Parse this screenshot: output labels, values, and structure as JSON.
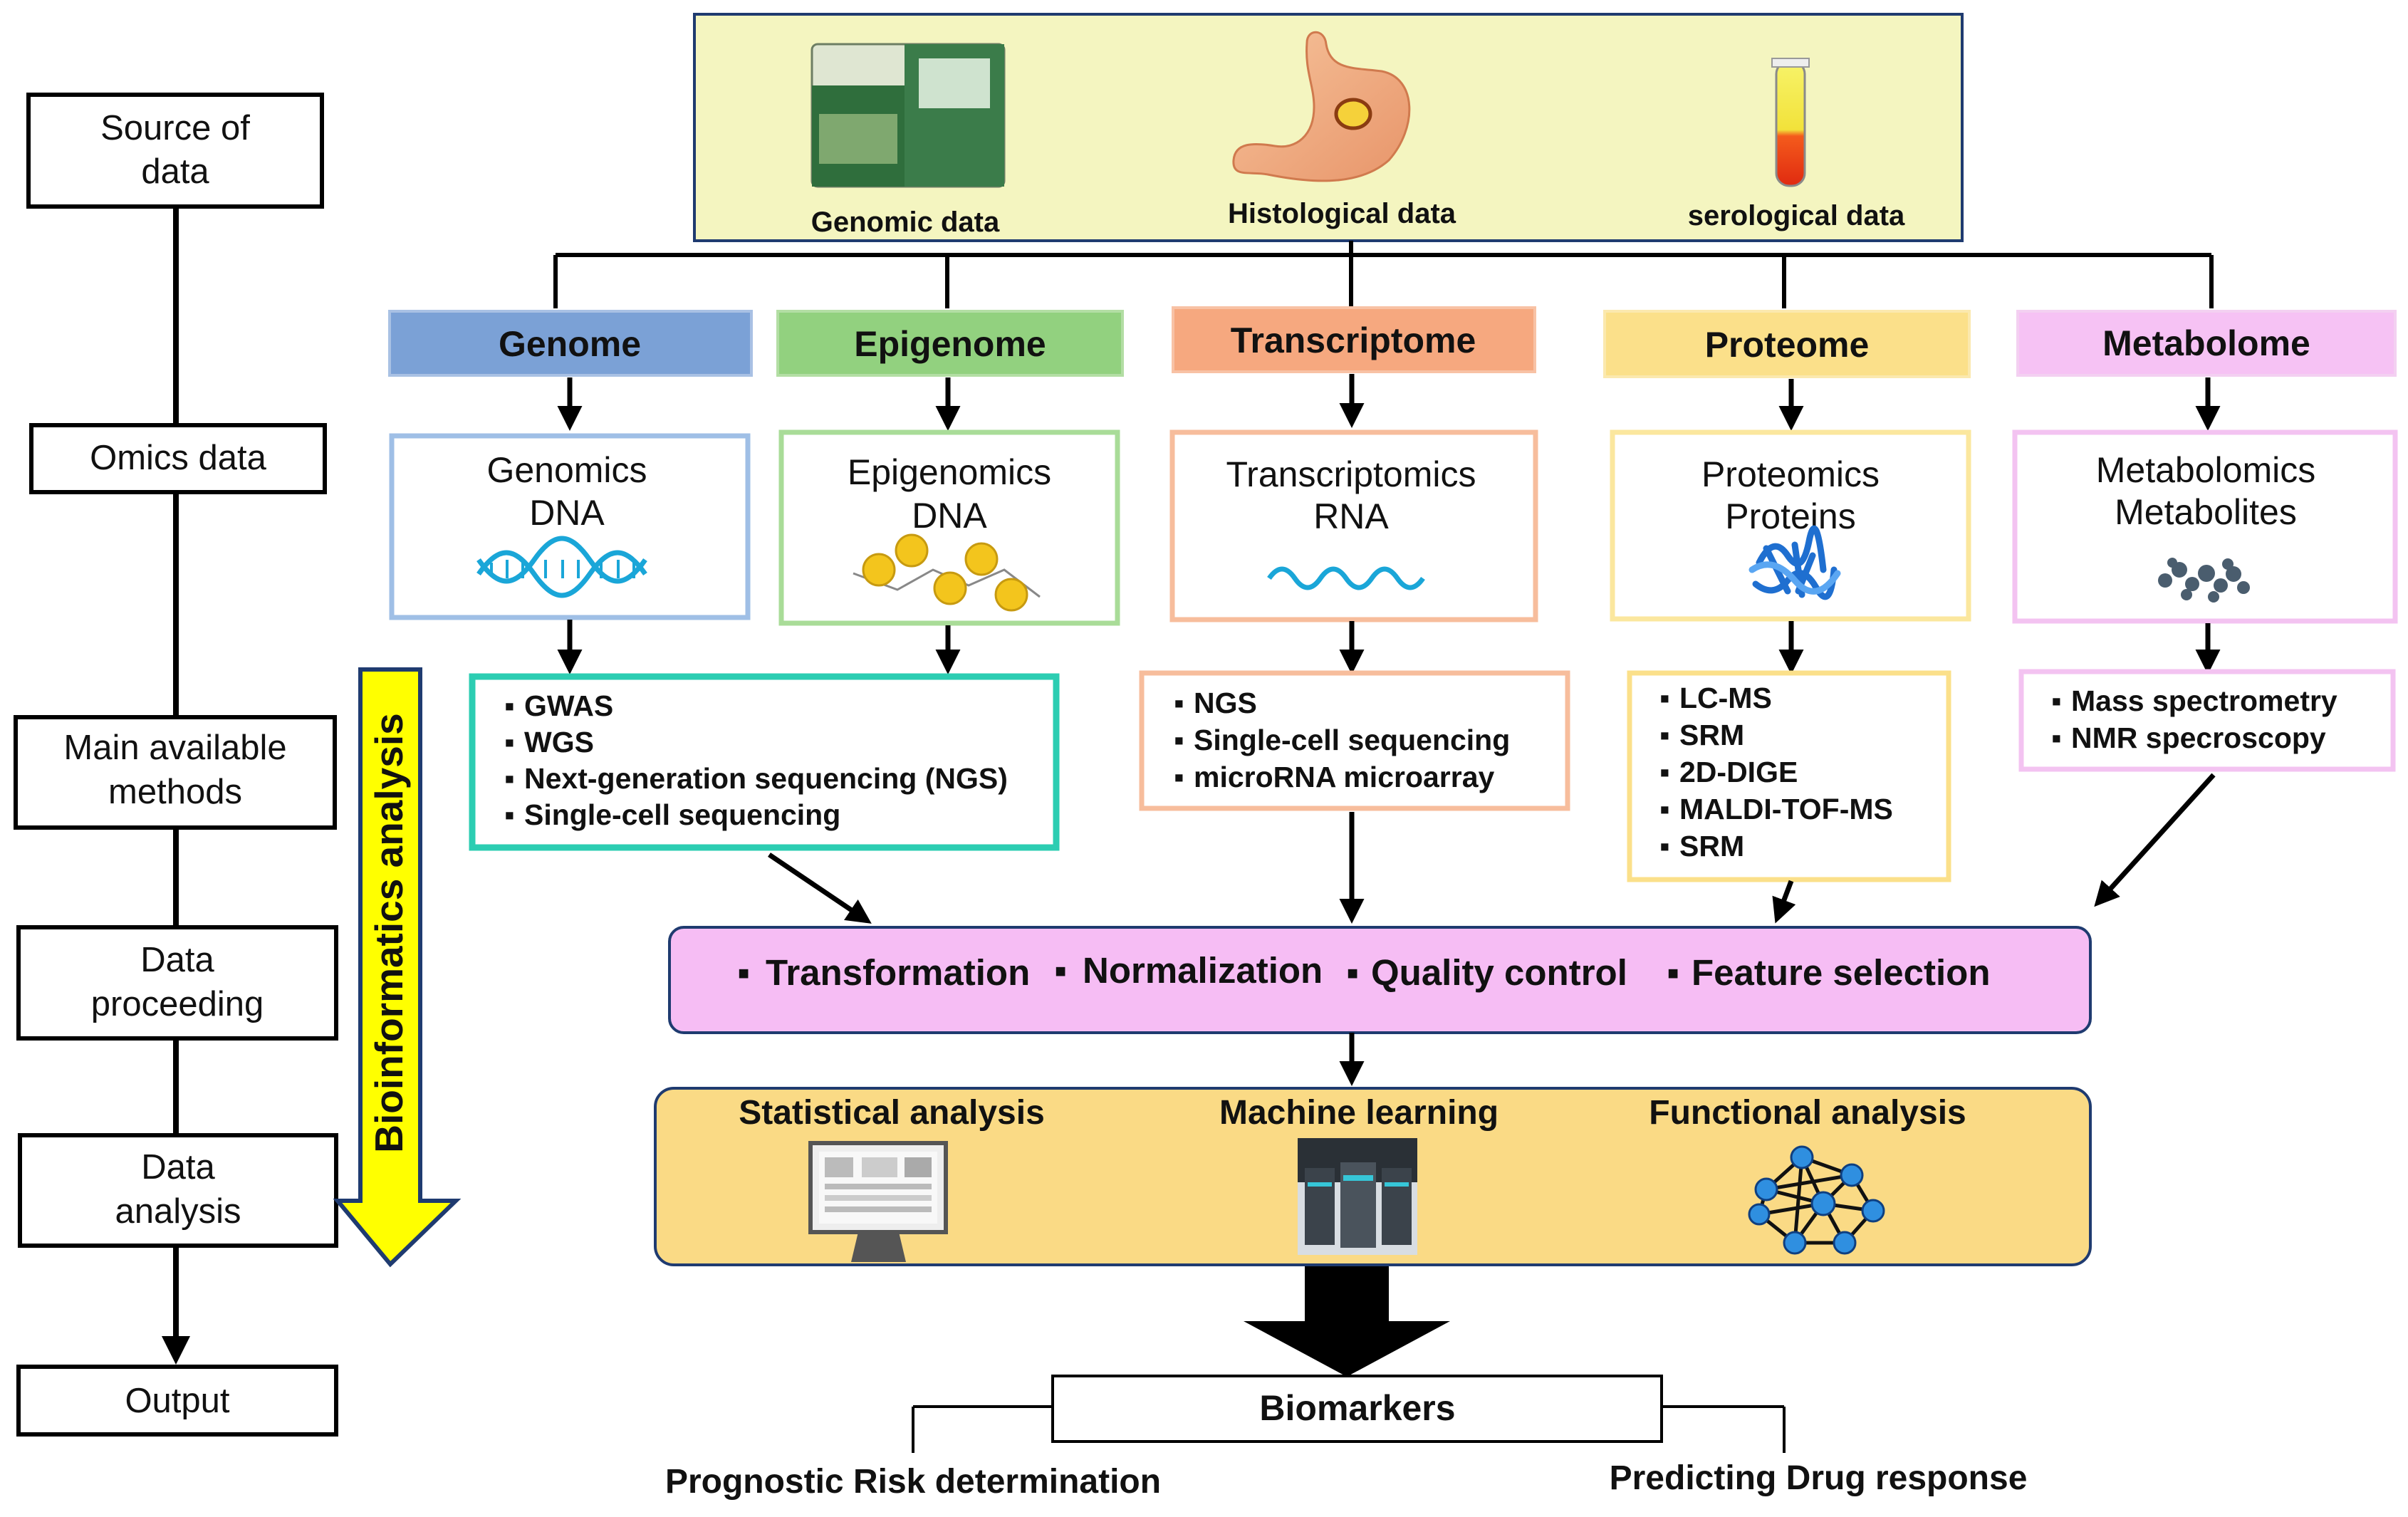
{
  "left_steps": {
    "source": [
      "Source of",
      "data"
    ],
    "omics": "Omics data",
    "methods": [
      "Main available",
      "methods"
    ],
    "proceeding": [
      "Data",
      "proceeding"
    ],
    "analysis": [
      "Data",
      "analysis"
    ],
    "output": "Output"
  },
  "bioinformatics_label": "Bioinformatics analysis",
  "sources": {
    "genomic": "Genomic data",
    "histological": "Histological data",
    "serological": "serological data"
  },
  "omics": [
    {
      "header": "Genome",
      "line1": "Genomics",
      "line2": "DNA",
      "color": "#7ba1d6",
      "border": "#9fbfe6"
    },
    {
      "header": "Epigenome",
      "line1": "Epigenomics",
      "line2": "DNA",
      "color": "#92d17f",
      "border": "#a9dc98"
    },
    {
      "header": "Transcriptome",
      "line1": "Transcriptomics",
      "line2": "RNA",
      "color": "#f6a87f",
      "border": "#f7bd9c"
    },
    {
      "header": "Proteome",
      "line1": "Proteomics",
      "line2": "Proteins",
      "color": "#fbe08a",
      "border": "#fbe79e"
    },
    {
      "header": "Metabolome",
      "line1": "Metabolomics",
      "line2": "Metabolites",
      "color": "#f6c2f4",
      "border": "#f3c3f1"
    }
  ],
  "methods": {
    "genome": [
      "GWAS",
      "WGS",
      "Next-generation sequencing (NGS)",
      "Single-cell sequencing"
    ],
    "transcriptome": [
      "NGS",
      "Single-cell sequencing",
      "microRNA microarray"
    ],
    "proteome": [
      "LC-MS",
      "SRM",
      "2D-DIGE",
      "MALDI-TOF-MS",
      "SRM"
    ],
    "metabolome": [
      "Mass spectrometry",
      "NMR specroscopy"
    ]
  },
  "processing": [
    "Transformation",
    "Normalization",
    "Quality control",
    "Feature selection"
  ],
  "analysis": [
    "Statistical analysis",
    "Machine learning",
    "Functional analysis"
  ],
  "output": {
    "biomarkers": "Biomarkers",
    "left": "Prognostic Risk determination",
    "right": "Predicting Drug response"
  },
  "colors": {
    "source_panel": "#f4f5c0",
    "processing_fill": "#f6bdf4",
    "analysis_fill": "#fada85",
    "bio_arrow": "#ffff00",
    "bio_arrow_border": "#1f3b70",
    "genome_methods_border": "#2ccdb2",
    "transcriptome_methods_border": "#f7bd9c",
    "proteome_methods_border": "#fbe08a",
    "metabolome_methods_border": "#f3c3f1"
  },
  "icons": {
    "sequencer": "sequencer-machine-icon",
    "stomach": "stomach-icon",
    "tube": "blood-tube-icon",
    "dna": "dna-helix-icon",
    "methylation": "methylated-dna-icon",
    "rna": "rna-wave-icon",
    "protein": "protein-structure-icon",
    "metabolite": "metabolite-molecule-icon",
    "monitor": "computer-monitor-icon",
    "servers": "server-racks-icon",
    "network": "network-graph-icon"
  }
}
